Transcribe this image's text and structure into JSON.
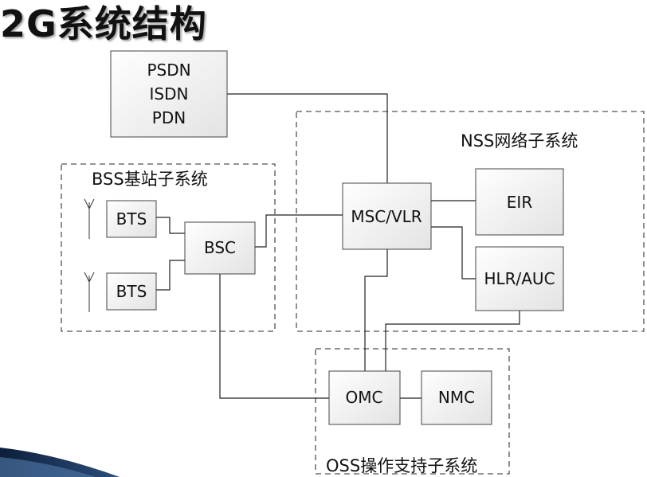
{
  "title": "2G系统结构",
  "groups": {
    "nss": "NSS网络子系统",
    "bss": "BSS基站子系统",
    "oss": "OSS操作支持子系统"
  },
  "nodes": {
    "network_lines": [
      "PSDN",
      "ISDN",
      "PDN"
    ],
    "msc_vlr": "MSC/VLR",
    "eir": "EIR",
    "hlr_auc": "HLR/AUC",
    "bts_top": "BTS",
    "bts_bottom": "BTS",
    "bsc": "BSC",
    "omc": "OMC",
    "nmc": "NMC"
  },
  "colors": {
    "accent": "#1f3a5f"
  }
}
